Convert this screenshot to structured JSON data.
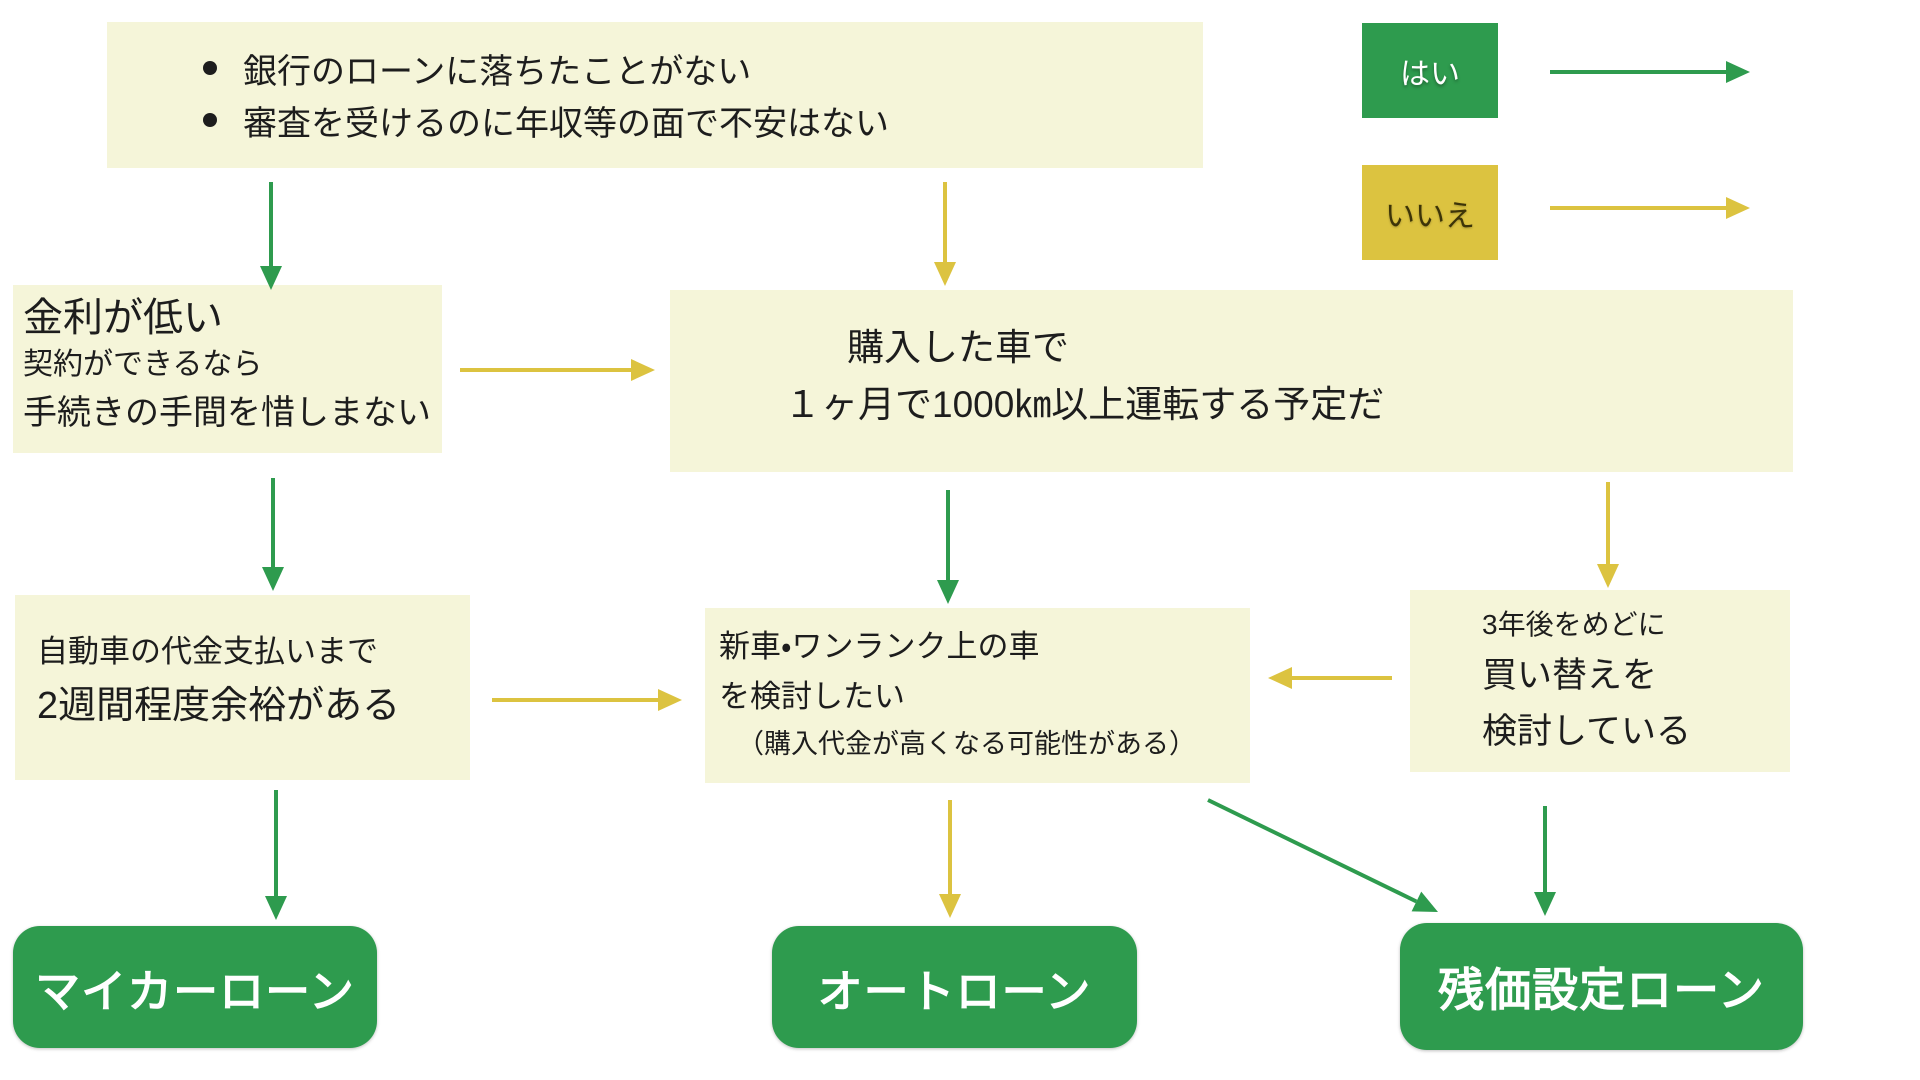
{
  "colors": {
    "green": "#2e9b4e",
    "yellow": "#dcc340",
    "cream": "#f5f5d9",
    "text": "#1d1d1d"
  },
  "legend": {
    "yes_label": "はい",
    "no_label": "いいえ"
  },
  "top_box": {
    "bullets": [
      "銀行のローンに落ちたことがない",
      "審査を受けるのに年収等の面で不安はない"
    ]
  },
  "interest_box": {
    "line1": "金利が低い",
    "line2": "契約ができるなら",
    "line3": "手続きの手間を惜しまない"
  },
  "mileage_box": {
    "line1": "購入した車で",
    "line2": "１ヶ月で1000㎞以上運転する予定だ"
  },
  "payment_box": {
    "line1": "自動車の代金支払いまで",
    "line2": "2週間程度余裕がある"
  },
  "newcar_box": {
    "line1": "新車・ワンランク上の車",
    "line2": "を検討したい",
    "line3": "（購入代金が高くなる可能性がある）"
  },
  "replace_box": {
    "line1": "3年後をめどに",
    "line2": "買い替えを",
    "line3": "検討している"
  },
  "results": {
    "mycar_loan": "マイカーローン",
    "auto_loan": "オートローン",
    "residual_loan": "残価設定ローン"
  }
}
